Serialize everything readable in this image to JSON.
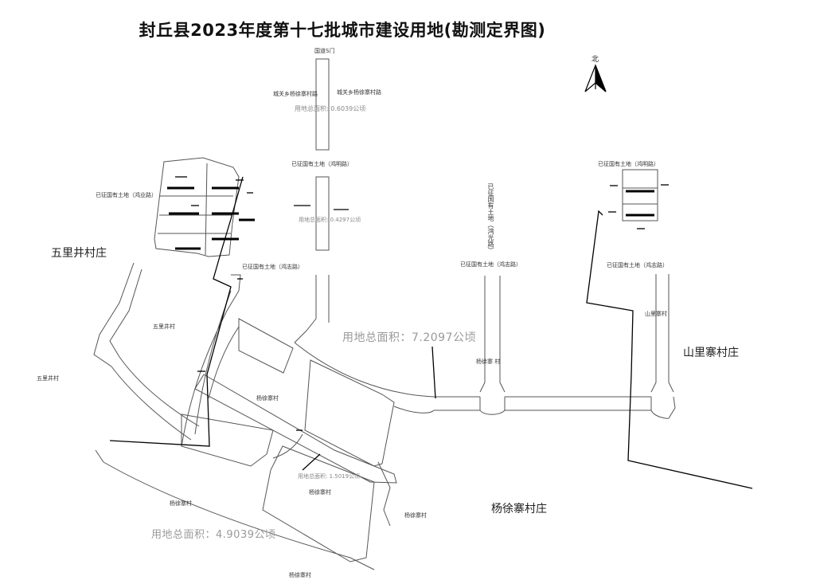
{
  "title": "封丘县2023年度第十七批城市建设用地(勘测定界图)",
  "compass": {
    "label": "北",
    "icon": "north-arrow-icon"
  },
  "villages": {
    "wulijing": "五里井村庄",
    "shanlizhai": "山里寨村庄",
    "yangxuzhai": "杨徐寨村庄"
  },
  "areas": {
    "a1": "用地总面积: 0.6039公顷",
    "a2": "用地总面积: 0.4297公顷",
    "a3": "用地总面积：7.2097公顷",
    "a4": "用地总面积: 1.5019公顷",
    "a5": "用地总面积：4.9039公顷"
  },
  "labels": {
    "road_top": "国道S门",
    "left_small": "城关乡杨徐寨村路",
    "right_small": "城关乡杨徐寨村路",
    "state_land_hongming_1": "已征国有土地（鸿明路）",
    "state_land_hongye": "已征国有土地（鸿业路）",
    "state_land_hongzhi": "已征国有土地（鸿志路）",
    "state_land_hongzhi_2": "已征国有土地（鸿志路）",
    "state_land_hongzhi_3": "已征国有土地（鸿志路）",
    "state_land_vertical": "已征国有土地（鸿光路）",
    "state_land_hongming_2": "已征国有土地（鸿明路）",
    "wulijing_cun": "五里井村",
    "wulijing_cun_2": "五里井村",
    "yangxuzhai_1": "杨徐寨  村",
    "yangxuzhai_2": "杨徐寨村",
    "yangxuzhai_3": "杨徐寨村",
    "yangxuzhai_4": "杨徐寨村",
    "yangxuzhai_5": "杨徐寨村",
    "yangxuzhai_6": "杨徐寨村",
    "shanlizhai_cun": "山里寨村"
  }
}
